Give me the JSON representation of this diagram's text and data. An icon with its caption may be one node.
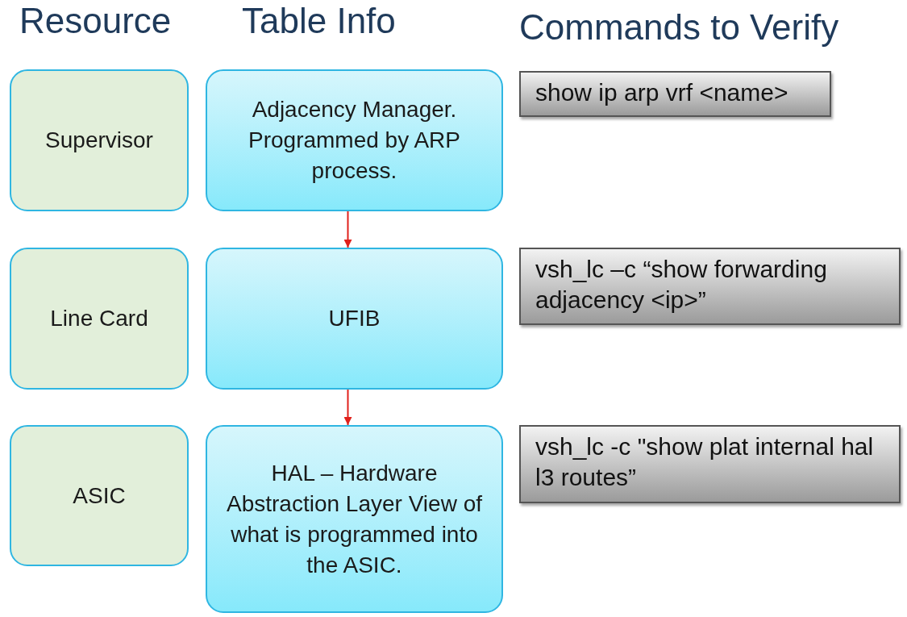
{
  "diagram": {
    "nodes": [
      {
        "text": [
          "Supervisor"
        ]
      },
      {
        "text": [
          "Adjacency Manager. Programmed by ARP process."
        ]
      },
      {
        "text": [
          "show ip arp vrf <name>"
        ]
      },
      {
        "text": [
          "Line Card"
        ]
      },
      {
        "text": [
          "UFIB"
        ]
      },
      {
        "text": [
          "vsh_lc –c “show forwarding adjacency <ip>”"
        ]
      },
      {
        "text": [
          "ASIC"
        ]
      },
      {
        "text": [
          "HAL – Hardware Abstraction Layer View of what is programmed into the ASIC."
        ]
      },
      {
        "text": [
          "vsh_lc -c \"show plat internal hal l3 routes”"
        ]
      }
    ],
    "edges": [
      {
        "from": 1,
        "to": 4,
        "arrow": "to"
      },
      {
        "from": 4,
        "to": 7,
        "arrow": "to"
      }
    ],
    "labels": [
      "Resource",
      "Table Info",
      "Commands to Verify"
    ]
  }
}
